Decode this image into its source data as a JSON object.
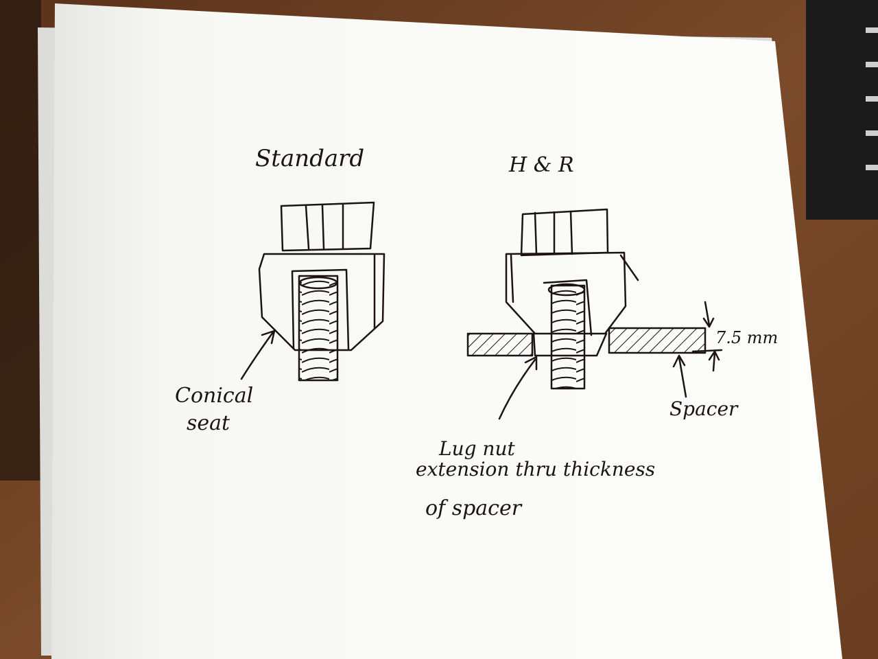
{
  "labels": {
    "standard": "Standard",
    "hr": "H & R",
    "conical_line1": "Conical",
    "conical_line2": "seat",
    "dimension": "7.5 mm",
    "spacer": "Spacer",
    "lug_line1": "Lug nut",
    "lug_line2": "extension thru thickness",
    "lug_line3": "of spacer"
  },
  "colors": {
    "desk": "#6b3f22",
    "paper": "#fbfbf8",
    "ink": "#1c1410",
    "notebook": "#1b1b1b"
  }
}
